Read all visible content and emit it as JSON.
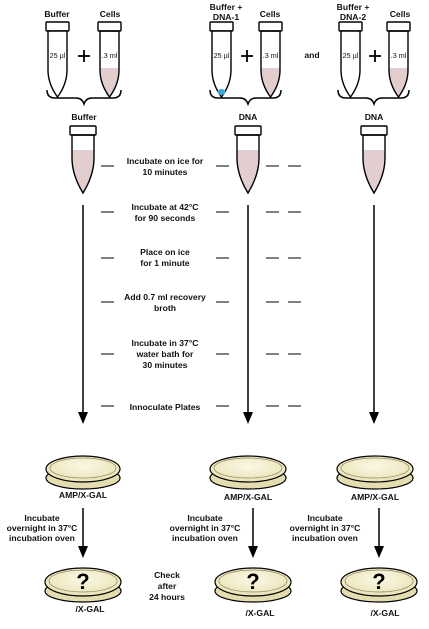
{
  "tubes_top": {
    "group1": {
      "left_label": "Buffer",
      "left_volume": "25 µl",
      "right_label": "Cells",
      "right_volume": ".3 ml",
      "result_label": "Buffer"
    },
    "group2": {
      "left_label_line1": "Buffer +",
      "left_label_line2": "DNA-1",
      "left_volume": "25 µl",
      "right_label": "Cells",
      "right_volume": ".3 ml",
      "result_label": "DNA"
    },
    "group3": {
      "left_label_line1": "Buffer +",
      "left_label_line2": "DNA-2",
      "left_volume": "25 µl",
      "right_label": "Cells",
      "right_volume": ".3 ml",
      "result_label": "DNA"
    },
    "and_text": "and"
  },
  "steps": [
    {
      "line1": "Incubate on ice for",
      "line2": "10 minutes"
    },
    {
      "line1": "Incubate at 42°C",
      "line2": "for 90 seconds"
    },
    {
      "line1": "Place on ice",
      "line2": "for 1 minute"
    },
    {
      "line1": "Add 0.7 ml recovery",
      "line2": "broth"
    },
    {
      "line1": "Incubate in 37°C",
      "line2": "water bath for",
      "line3": "30 minutes"
    },
    {
      "line1": "Innoculate Plates"
    }
  ],
  "plates_top": {
    "label1": "AMP/X-GAL",
    "label2": "AMP/X-GAL",
    "label3": "AMP/X-GAL"
  },
  "incubation_note": {
    "line1": "Incubate",
    "line2": "overnight in 37°C",
    "line3": "incubation oven"
  },
  "plates_bottom": {
    "label1": "/X-GAL",
    "label2": "/X-GAL",
    "label3": "/X-GAL",
    "mark": "?"
  },
  "check_note": {
    "line1": "Check",
    "line2": "after",
    "line3": "24 hours"
  },
  "colors": {
    "cell_fill": "#e2cece",
    "plate_fill": "#f2eed0",
    "dna_drop": "#3aa7d8"
  }
}
